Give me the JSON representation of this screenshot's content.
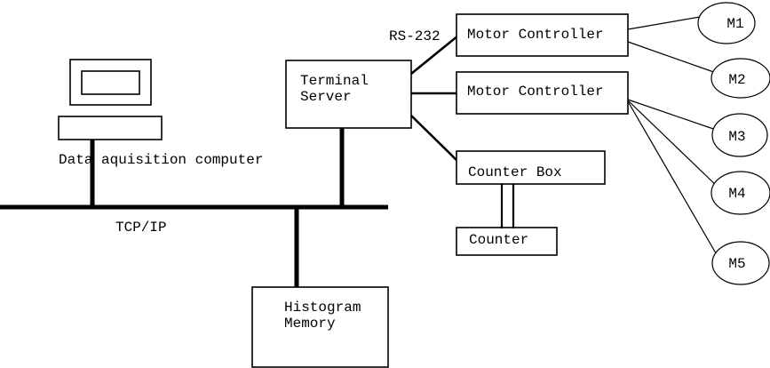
{
  "diagram": {
    "nodes": {
      "computer_label": "Data aquisition computer",
      "terminal_server": {
        "line1": "Terminal",
        "line2": "Server"
      },
      "motor_controller_1": "Motor Controller",
      "motor_controller_2": "Motor Controller",
      "counter_box": "Counter Box",
      "counter": "Counter",
      "histogram_memory": {
        "line1": "Histogram",
        "line2": "Memory"
      },
      "motors": [
        "M1",
        "M2",
        "M3",
        "M4",
        "M5"
      ]
    },
    "connections": {
      "bus_label": "TCP/IP",
      "serial_label": "RS-232"
    },
    "colors": {
      "ink": "#000000",
      "background": "#ffffff"
    }
  }
}
